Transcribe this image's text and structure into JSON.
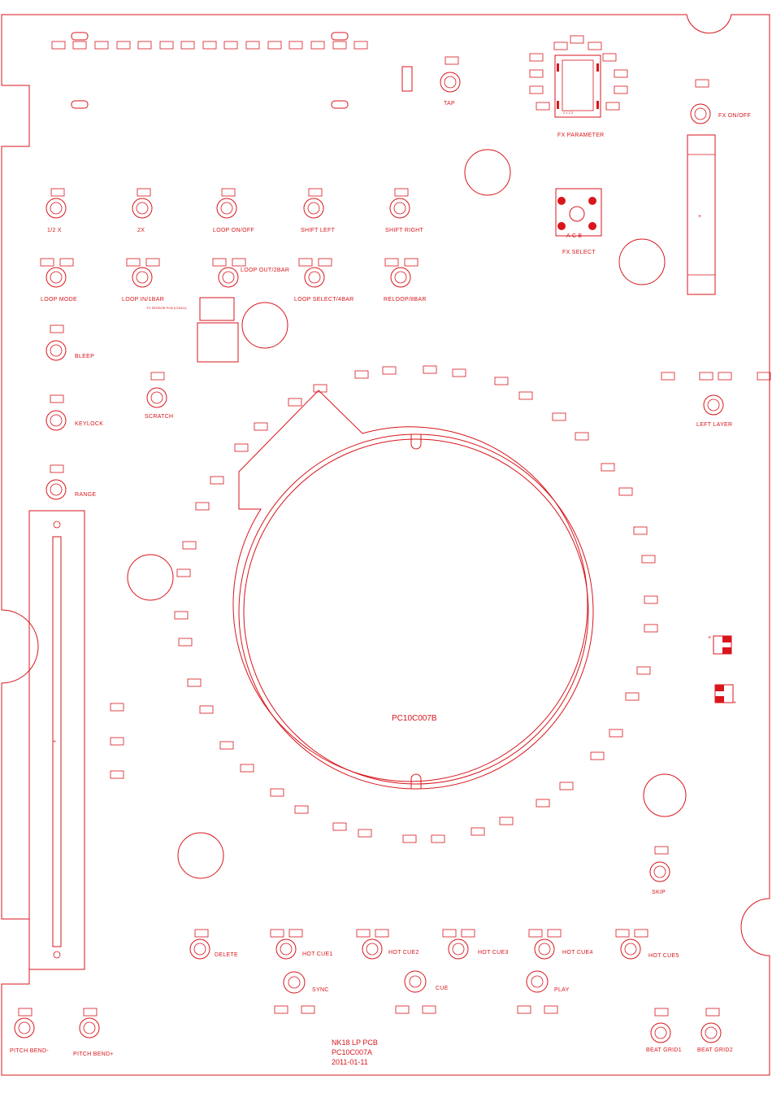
{
  "board": {
    "center_marking": "PC10C007B",
    "title_line1": "NK18  LP  PCB",
    "title_line2": "PC10C007A",
    "title_line3": "2011-01-11"
  },
  "colors": {
    "trace": "#d8161c",
    "background": "#ffffff"
  },
  "labels": {
    "tap": "TAP",
    "fx_parameter": "FX PARAMETER",
    "fx_on_off": "FX ON/OFF",
    "fx_select": "FX SELECT",
    "fx_select_abc": "A  C  B",
    "half_x": "1/2 X",
    "two_x": "2X",
    "loop_on_off": "LOOP ON/OFF",
    "shift_left": "SHIFT LEFT",
    "shift_right": "SHIFT RIGHT",
    "loop_mode": "LOOP MODE",
    "loop_in": "LOOP IN/1BAR",
    "loop_out": "LOOP OUT/2BAR",
    "loop_select": "LOOP SELECT/4BAR",
    "reloop": "RELOOP/8BAR",
    "to_sensor": "TO SENSOR PCB (CON11)",
    "bleep": "BLEEP",
    "keylock": "KEYLOCK",
    "scratch": "SCRATCH",
    "range": "RANGE",
    "left_layer": "LEFT LAYER",
    "skip": "SKIP",
    "delete": "DELETE",
    "hot_cue1": "HOT CUE1",
    "hot_cue2": "HOT CUE2",
    "hot_cue3": "HOT CUE3",
    "hot_cue4": "HOT CUE4",
    "hot_cue5": "HOT CUE5",
    "sync": "SYNC",
    "cue": "CUE",
    "play": "PLAY",
    "pitch_bend_minus": "PITCH BEND-",
    "pitch_bend_plus": "PITCH BEND+",
    "beat_grid1": "BEAT GRID1",
    "beat_grid2": "BEAT GRID2"
  },
  "fx_param_numbers": "2  1  2  3"
}
